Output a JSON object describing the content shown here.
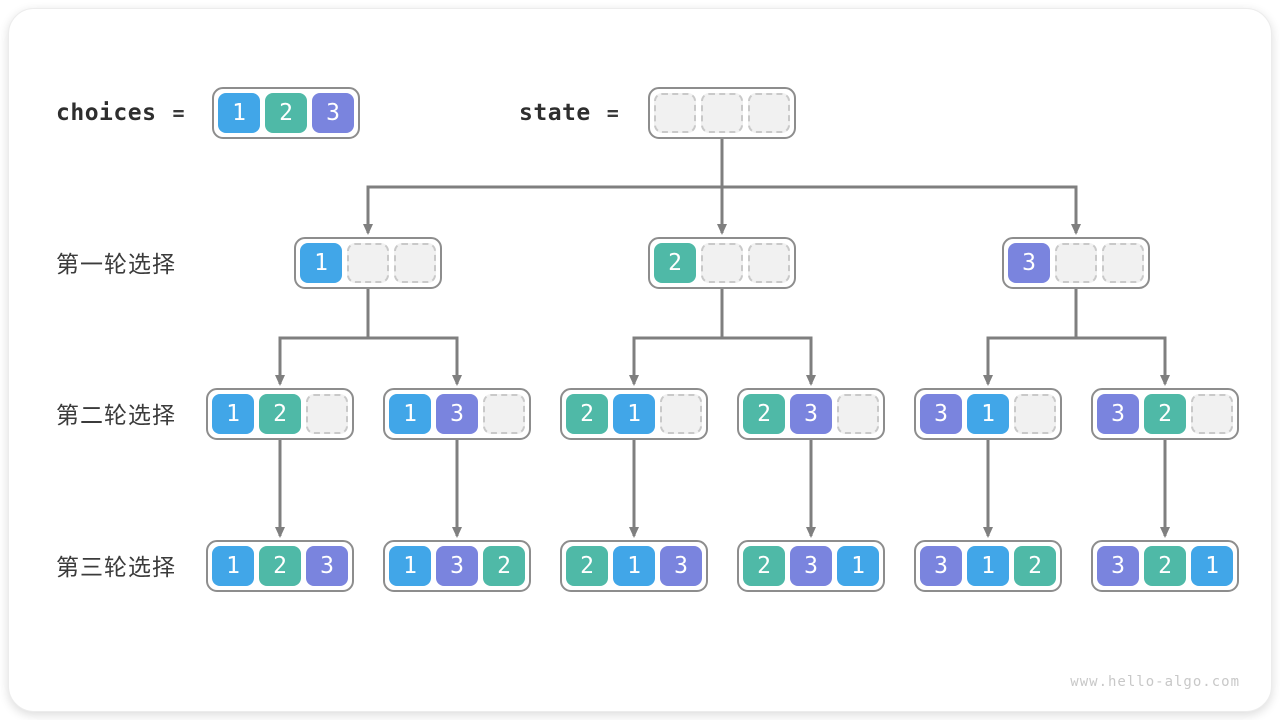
{
  "expressions": {
    "choices": {
      "label": "choices",
      "equals": "=",
      "values": [
        "1",
        "2",
        "3"
      ]
    },
    "state": {
      "label": "state",
      "equals": "=",
      "values": [
        "",
        "",
        ""
      ]
    }
  },
  "colors": {
    "value_1": "#41a6e8",
    "value_2": "#4fb9a7",
    "value_3": "#7a84de",
    "line": "#7f7f7f",
    "node_border": "#8d8d8d",
    "empty_fill": "#f1f1f1",
    "empty_border": "#c9c9c9"
  },
  "tree": {
    "levels": [
      {
        "label": "第一轮选择",
        "nodes": [
          [
            "1",
            "",
            ""
          ],
          [
            "2",
            "",
            ""
          ],
          [
            "3",
            "",
            ""
          ]
        ]
      },
      {
        "label": "第二轮选择",
        "nodes": [
          [
            "1",
            "2",
            ""
          ],
          [
            "1",
            "3",
            ""
          ],
          [
            "2",
            "1",
            ""
          ],
          [
            "2",
            "3",
            ""
          ],
          [
            "3",
            "1",
            ""
          ],
          [
            "3",
            "2",
            ""
          ]
        ]
      },
      {
        "label": "第三轮选择",
        "nodes": [
          [
            "1",
            "2",
            "3"
          ],
          [
            "1",
            "3",
            "2"
          ],
          [
            "2",
            "1",
            "3"
          ],
          [
            "2",
            "3",
            "1"
          ],
          [
            "3",
            "1",
            "2"
          ],
          [
            "3",
            "2",
            "1"
          ]
        ]
      }
    ]
  },
  "watermark": "www.hello-algo.com"
}
